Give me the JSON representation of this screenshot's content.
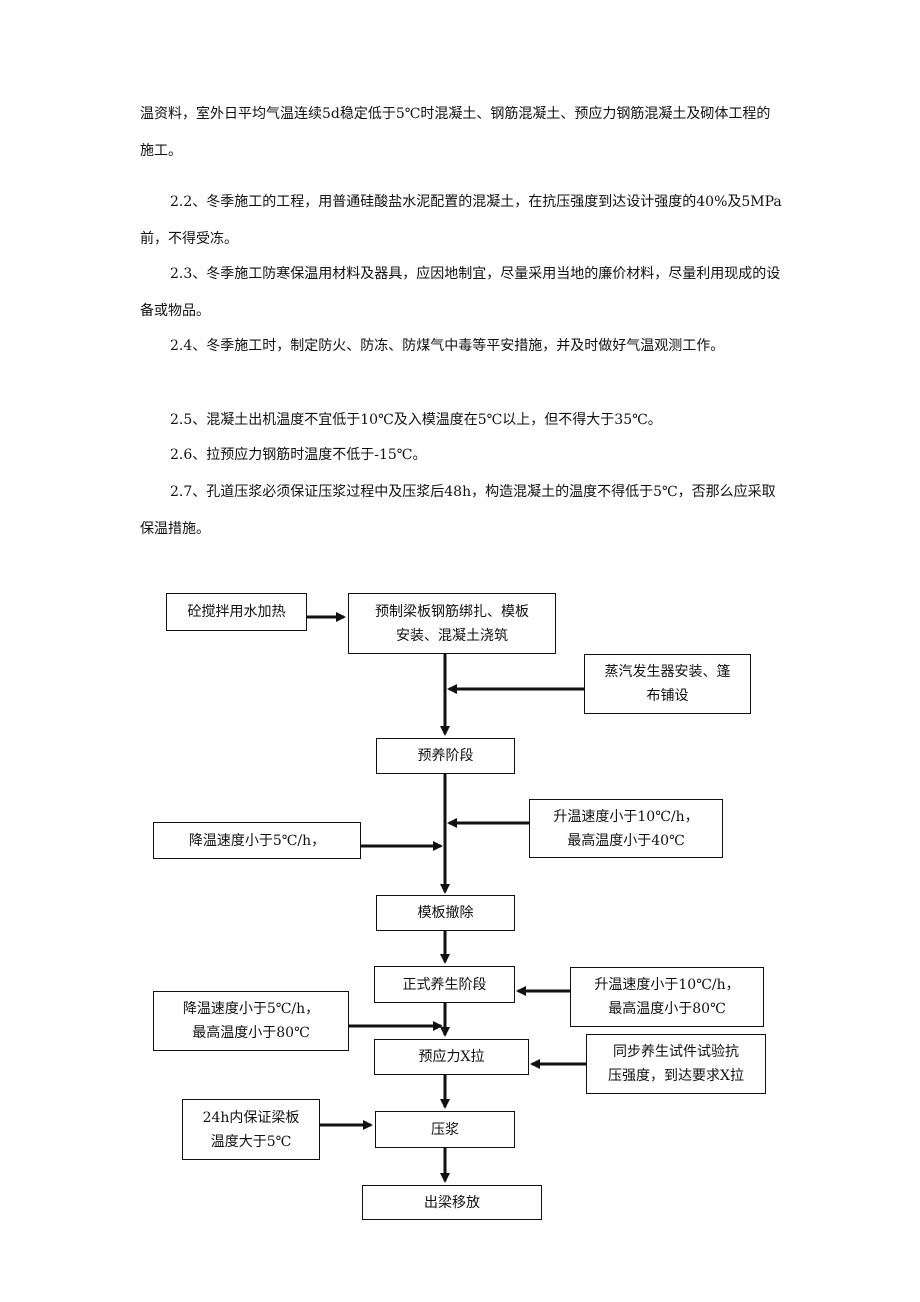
{
  "paragraphs": [
    "温资料，室外日平均气温连续5d稳定低于5℃时混凝土、钢筋混凝土、预应力钢筋混凝土及砌体工程的施工。",
    "2.2、冬季施工的工程，用普通硅酸盐水泥配置的混凝土，在抗压强度到达设计强度的40%及5MPa前，不得受冻。",
    "2.3、冬季施工防寒保温用材料及器具，应因地制宜，尽量采用当地的廉价材料，尽量利用现成的设备或物品。",
    "2.4、冬季施工时，制定防火、防冻、防煤气中毒等平安措施，并及时做好气温观测工作。",
    "2.5、混凝土出机温度不宜低于10℃及入模温度在5℃以上，但不得大于35℃。",
    "2.6、拉预应力钢筋时温度不低于-15℃。",
    "2.7、孔道压浆必须保证压浆过程中及压浆后48h，构造混凝土的温度不得低于5℃，否那么应采取保温措施。"
  ],
  "flowchart": {
    "water_heating": "砼搅拌用水加热",
    "casting": [
      "预制梁板钢筋绑扎、模板",
      "安装、混凝土浇筑"
    ],
    "steam_install": [
      "蒸汽发生器安装、篷",
      "布铺设"
    ],
    "pre_curing": "预养阶段",
    "heating_rate_1": [
      "升温速度小于10℃/h，",
      "最高温度小于40℃"
    ],
    "cooling_rate_1": "降温速度小于5℃/h，",
    "formwork_removal": "模板撤除",
    "formal_curing": "正式养生阶段",
    "heating_rate_2": [
      "升温速度小于10℃/h，",
      "最高温度小于80℃"
    ],
    "cooling_rate_2": [
      "降温速度小于5℃/h，",
      "最高温度小于80℃"
    ],
    "prestress": "预应力X拉",
    "sync_test": [
      "同步养生试件试验抗",
      "压强度，到达要求X拉"
    ],
    "keep_warm": [
      "24h内保证梁板",
      "温度大于5℃"
    ],
    "grouting": "压浆",
    "beam_out": "出梁移放"
  }
}
